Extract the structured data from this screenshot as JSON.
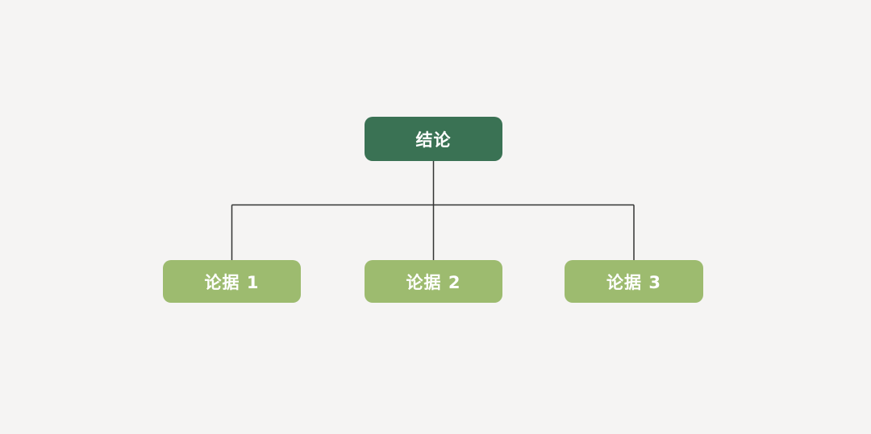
{
  "diagram": {
    "type": "tree",
    "colors": {
      "background": "#f5f4f3",
      "root_fill": "#3a7254",
      "child_fill": "#9dbb6f",
      "label_text": "#ffffff",
      "connector": "#333333"
    },
    "root": {
      "label": "结论"
    },
    "children": [
      {
        "label": "论据 1"
      },
      {
        "label": "论据 2"
      },
      {
        "label": "论据 3"
      }
    ]
  }
}
